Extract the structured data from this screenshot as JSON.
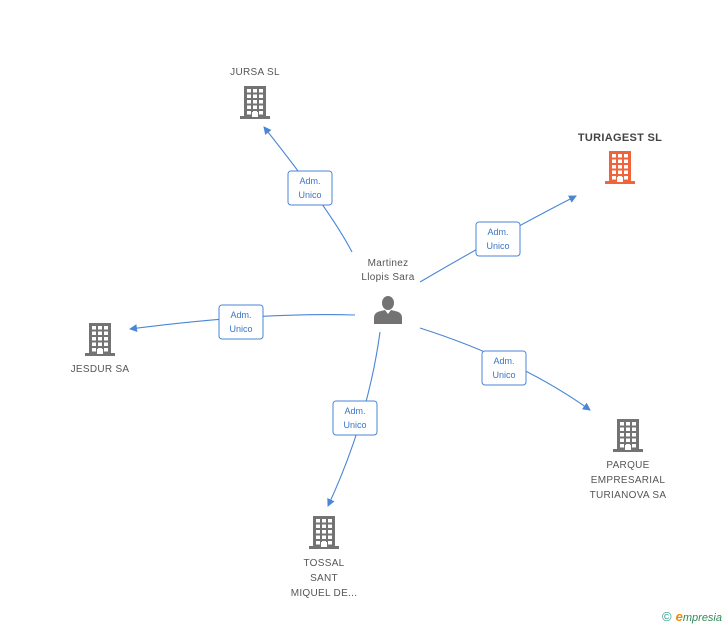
{
  "center": {
    "name_lines": [
      "Martinez",
      "Llopis Sara"
    ],
    "icon": "person-icon"
  },
  "companies": [
    {
      "id": "jursa",
      "name_lines": [
        "JURSA SL"
      ],
      "highlight": false,
      "icon": "building-icon"
    },
    {
      "id": "turiagest",
      "name_lines": [
        "TURIAGEST SL"
      ],
      "highlight": true,
      "icon": "building-icon"
    },
    {
      "id": "jesdur",
      "name_lines": [
        "JESDUR SA"
      ],
      "highlight": false,
      "icon": "building-icon"
    },
    {
      "id": "parque",
      "name_lines": [
        "PARQUE",
        "EMPRESARIAL",
        "TURIANOVA SA"
      ],
      "highlight": false,
      "icon": "building-icon"
    },
    {
      "id": "tossal",
      "name_lines": [
        "TOSSAL",
        "SANT",
        "MIQUEL DE..."
      ],
      "highlight": false,
      "icon": "building-icon"
    }
  ],
  "edges": [
    {
      "to": "jursa",
      "label_lines": [
        "Adm.",
        "Unico"
      ]
    },
    {
      "to": "turiagest",
      "label_lines": [
        "Adm.",
        "Unico"
      ]
    },
    {
      "to": "jesdur",
      "label_lines": [
        "Adm.",
        "Unico"
      ]
    },
    {
      "to": "parque",
      "label_lines": [
        "Adm.",
        "Unico"
      ]
    },
    {
      "to": "tossal",
      "label_lines": [
        "Adm.",
        "Unico"
      ]
    }
  ],
  "colors": {
    "edge": "#4a86d8",
    "building": "#737373",
    "building_highlight": "#f0643c",
    "person": "#737373"
  },
  "brand": {
    "copyright": "©",
    "first": "e",
    "rest": "mpresia"
  }
}
